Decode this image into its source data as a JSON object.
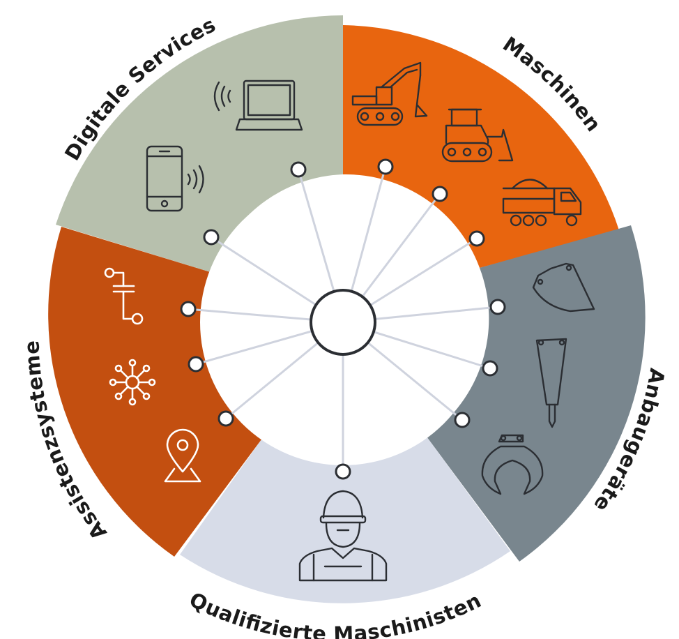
{
  "diagram": {
    "segments": [
      {
        "id": "maschinen",
        "label": "Maschinen",
        "color": "#e8650f",
        "icons": [
          "excavator-icon",
          "bulldozer-icon",
          "dump-truck-icon"
        ]
      },
      {
        "id": "anbaugeraete",
        "label": "Anbaugeräte",
        "color": "#79868e",
        "icons": [
          "bucket-icon",
          "hydraulic-hammer-icon",
          "grapple-icon"
        ]
      },
      {
        "id": "maschinisten",
        "label": "Qualifizierte Maschinisten",
        "color": "#d7dce8",
        "icons": [
          "worker-icon"
        ]
      },
      {
        "id": "assistenzsysteme",
        "label": "Assistenzsysteme",
        "color": "#c34f10",
        "icons": [
          "circuit-icon",
          "network-icon",
          "location-pin-icon"
        ]
      },
      {
        "id": "digitale",
        "label": "Digitale Services",
        "color": "#b7c0ad",
        "icons": [
          "laptop-icon",
          "smartphone-icon"
        ]
      }
    ],
    "colors": {
      "center_circle": "#ffffff",
      "node_stroke": "#2b2e33",
      "spoke": "#cfd3de"
    }
  }
}
